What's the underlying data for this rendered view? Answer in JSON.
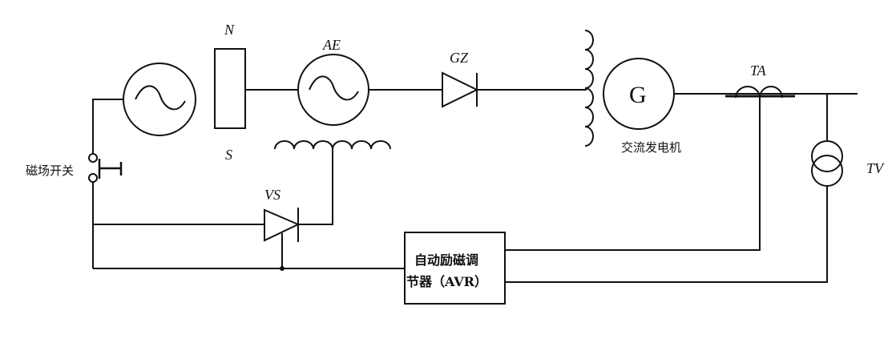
{
  "diagram": {
    "title": "",
    "components": {
      "field_switch": {
        "label": "磁场开关",
        "icon": "switch-icon"
      },
      "pilot_exciter": {
        "label": "",
        "icon": "ac-source-icon"
      },
      "permanent_magnet": {
        "north_label": "N",
        "south_label": "S"
      },
      "ac_exciter": {
        "label": "AE",
        "icon": "ac-source-icon"
      },
      "rectifier": {
        "label": "GZ",
        "icon": "diode-icon"
      },
      "generator": {
        "symbol": "G",
        "label": "交流发电机"
      },
      "current_transformer": {
        "label": "TA"
      },
      "voltage_transformer": {
        "label": "TV"
      },
      "thyristor": {
        "label": "VS",
        "icon": "thyristor-icon"
      },
      "avr": {
        "line1": "自动励磁调",
        "line2": "节器（AVR）"
      }
    },
    "line_color": "#111111",
    "background": "#ffffff"
  }
}
